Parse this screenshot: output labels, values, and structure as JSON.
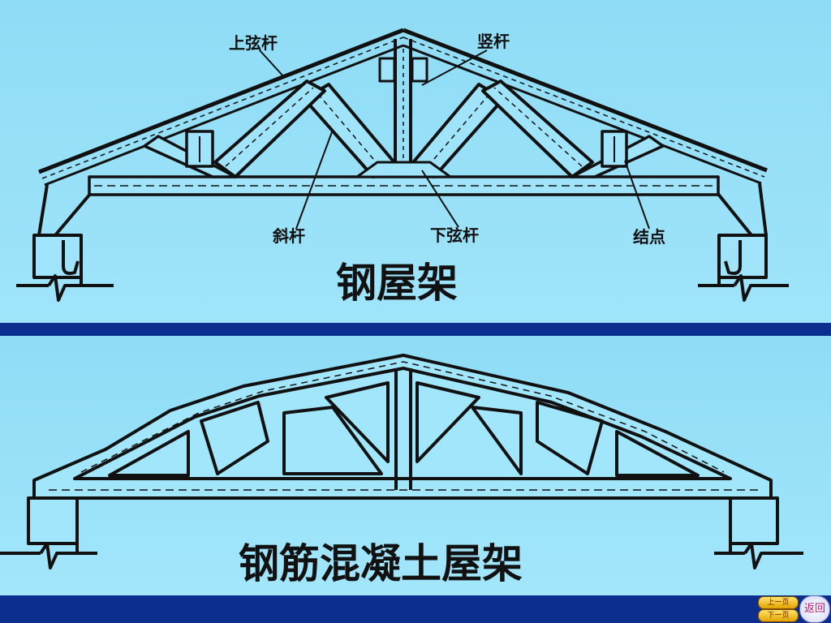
{
  "top": {
    "title": "钢屋架",
    "labels": {
      "top_chord": "上弦杆",
      "vertical_member": "竖杆",
      "diagonal_member": "斜杆",
      "bottom_chord": "下弦杆",
      "joint": "结点"
    }
  },
  "bottom": {
    "title": "钢筋混凝土屋架"
  },
  "nav": {
    "prev": "上一页",
    "next": "下一页",
    "back": "返回"
  },
  "colors": {
    "background": "#8fdcf6",
    "band": "#0b2e8f",
    "ink": "#111111"
  }
}
